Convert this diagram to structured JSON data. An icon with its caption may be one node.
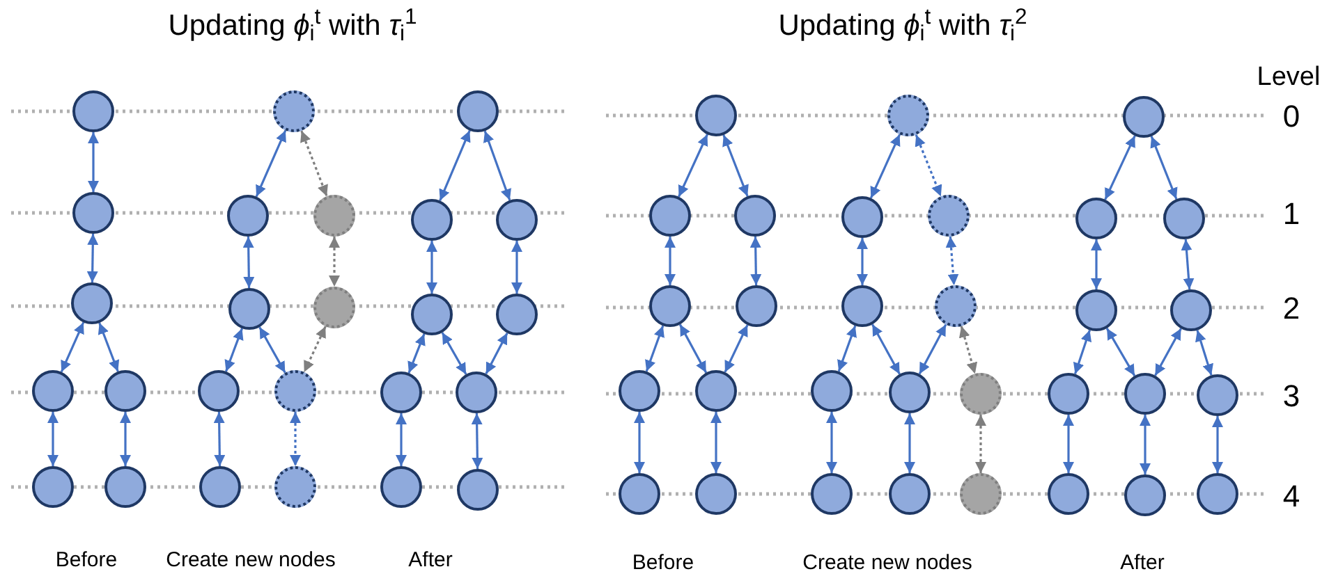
{
  "diagram": {
    "nodes": [
      {
        "text": [],
        "shape": "circle"
      },
      {
        "text": [],
        "shape": "circle"
      },
      {
        "text": [],
        "shape": "circle"
      },
      {
        "text": [],
        "shape": "circle"
      },
      {
        "text": [],
        "shape": "circle"
      },
      {
        "text": [],
        "shape": "circle"
      },
      {
        "text": [],
        "shape": "circle"
      },
      {
        "text": [],
        "shape": "circle"
      },
      {
        "text": [],
        "shape": "circle"
      },
      {
        "text": [],
        "shape": "circle"
      },
      {
        "text": [],
        "shape": "circle"
      },
      {
        "text": [],
        "shape": "circle"
      },
      {
        "text": [],
        "shape": "circle"
      },
      {
        "text": [],
        "shape": "circle"
      },
      {
        "text": [],
        "shape": "circle"
      },
      {
        "text": [],
        "shape": "circle"
      },
      {
        "text": [],
        "shape": "circle"
      },
      {
        "text": [],
        "shape": "circle"
      },
      {
        "text": [],
        "shape": "circle"
      },
      {
        "text": [],
        "shape": "circle"
      },
      {
        "text": [],
        "shape": "circle"
      },
      {
        "text": [],
        "shape": "circle"
      },
      {
        "text": [],
        "shape": "circle"
      },
      {
        "text": [],
        "shape": "circle"
      },
      {
        "text": [],
        "shape": "circle"
      },
      {
        "text": [],
        "shape": "circle"
      },
      {
        "text": [],
        "shape": "circle"
      },
      {
        "text": [],
        "shape": "circle"
      },
      {
        "text": [],
        "shape": "circle"
      },
      {
        "text": [],
        "shape": "circle"
      },
      {
        "text": [],
        "shape": "circle"
      },
      {
        "text": [],
        "shape": "circle"
      },
      {
        "text": [],
        "shape": "circle"
      },
      {
        "text": [],
        "shape": "circle"
      },
      {
        "text": [],
        "shape": "circle"
      },
      {
        "text": [],
        "shape": "circle"
      },
      {
        "text": [],
        "shape": "circle"
      },
      {
        "text": [],
        "shape": "circle"
      },
      {
        "text": [],
        "shape": "circle"
      },
      {
        "text": [],
        "shape": "circle"
      },
      {
        "text": [],
        "shape": "circle"
      },
      {
        "text": [],
        "shape": "circle"
      },
      {
        "text": [],
        "shape": "circle"
      },
      {
        "text": [],
        "shape": "circle"
      },
      {
        "text": [],
        "shape": "circle"
      },
      {
        "text": [],
        "shape": "circle"
      },
      {
        "text": [],
        "shape": "circle"
      },
      {
        "text": [],
        "shape": "circle"
      },
      {
        "text": [],
        "shape": "circle"
      },
      {
        "text": [],
        "shape": "circle"
      },
      {
        "text": [],
        "shape": "circle"
      },
      {
        "text": [],
        "shape": "circle"
      },
      {
        "text": [],
        "shape": "circle"
      },
      {
        "text": [],
        "shape": "circle"
      },
      {
        "text": [],
        "shape": "circle"
      },
      {
        "text": [],
        "shape": "circle"
      }
    ],
    "edges": [
      {
        "from": 0,
        "to": 1,
        "arrow": "both"
      },
      {
        "from": 1,
        "to": 2,
        "arrow": "both"
      },
      {
        "from": 2,
        "to": 3,
        "arrow": "both"
      },
      {
        "from": 2,
        "to": 4,
        "arrow": "both"
      },
      {
        "from": 3,
        "to": 5,
        "arrow": "both"
      },
      {
        "from": 4,
        "to": 6,
        "arrow": "both"
      },
      {
        "from": 7,
        "to": 8,
        "arrow": "both"
      },
      {
        "from": 7,
        "to": 9,
        "arrow": "both",
        "style": "dashed",
        "color": "#7f7f7f"
      },
      {
        "from": 8,
        "to": 10,
        "arrow": "both"
      },
      {
        "from": 9,
        "to": 11,
        "arrow": "both",
        "style": "dashed",
        "color": "#7f7f7f"
      },
      {
        "from": 10,
        "to": 12,
        "arrow": "both"
      },
      {
        "from": 10,
        "to": 13,
        "arrow": "both"
      },
      {
        "from": 11,
        "to": 13,
        "arrow": "both",
        "style": "dashed",
        "color": "#7f7f7f"
      },
      {
        "from": 12,
        "to": 14,
        "arrow": "both"
      },
      {
        "from": 13,
        "to": 15,
        "arrow": "both",
        "style": "dashed"
      },
      {
        "from": 16,
        "to": 17,
        "arrow": "both"
      },
      {
        "from": 16,
        "to": 18,
        "arrow": "both"
      },
      {
        "from": 17,
        "to": 19,
        "arrow": "both"
      },
      {
        "from": 18,
        "to": 20,
        "arrow": "both"
      },
      {
        "from": 19,
        "to": 21,
        "arrow": "both"
      },
      {
        "from": 19,
        "to": 22,
        "arrow": "both"
      },
      {
        "from": 20,
        "to": 22,
        "arrow": "both"
      },
      {
        "from": 21,
        "to": 23,
        "arrow": "both"
      },
      {
        "from": 22,
        "to": 24,
        "arrow": "both"
      },
      {
        "from": 25,
        "to": 26,
        "arrow": "both"
      },
      {
        "from": 25,
        "to": 27,
        "arrow": "both"
      },
      {
        "from": 26,
        "to": 28,
        "arrow": "both"
      },
      {
        "from": 27,
        "to": 29,
        "arrow": "both"
      },
      {
        "from": 28,
        "to": 30,
        "arrow": "both"
      },
      {
        "from": 28,
        "to": 31,
        "arrow": "both"
      },
      {
        "from": 29,
        "to": 31,
        "arrow": "both"
      },
      {
        "from": 30,
        "to": 32,
        "arrow": "both"
      },
      {
        "from": 31,
        "to": 33,
        "arrow": "both"
      },
      {
        "from": 34,
        "to": 35,
        "arrow": "both"
      },
      {
        "from": 34,
        "to": 36,
        "arrow": "both",
        "style": "dashed"
      },
      {
        "from": 35,
        "to": 37,
        "arrow": "both"
      },
      {
        "from": 36,
        "to": 38,
        "arrow": "both",
        "style": "dashed"
      },
      {
        "from": 37,
        "to": 39,
        "arrow": "both"
      },
      {
        "from": 37,
        "to": 40,
        "arrow": "both"
      },
      {
        "from": 38,
        "to": 40,
        "arrow": "both"
      },
      {
        "from": 38,
        "to": 41,
        "arrow": "both",
        "style": "dashed",
        "color": "#7f7f7f"
      },
      {
        "from": 39,
        "to": 42,
        "arrow": "both"
      },
      {
        "from": 40,
        "to": 43,
        "arrow": "both"
      },
      {
        "from": 41,
        "to": 44,
        "arrow": "both",
        "style": "dashed",
        "color": "#7f7f7f"
      },
      {
        "from": 45,
        "to": 46,
        "arrow": "both"
      },
      {
        "from": 45,
        "to": 47,
        "arrow": "both"
      },
      {
        "from": 46,
        "to": 48,
        "arrow": "both"
      },
      {
        "from": 47,
        "to": 49,
        "arrow": "both"
      },
      {
        "from": 48,
        "to": 50,
        "arrow": "both"
      },
      {
        "from": 48,
        "to": 51,
        "arrow": "both"
      },
      {
        "from": 49,
        "to": 51,
        "arrow": "both"
      },
      {
        "from": 49,
        "to": 52,
        "arrow": "both"
      },
      {
        "from": 50,
        "to": 53,
        "arrow": "both"
      },
      {
        "from": 51,
        "to": 54,
        "arrow": "both"
      },
      {
        "from": 52,
        "to": 55,
        "arrow": "both"
      }
    ],
    "labels": [
      "Updating *ϕ*$_{i}$$^{t}$ with *τ*$_{i}$$^{1}$",
      "Updating *ϕ*$_{i}$$^{t}$ with *τ*$_{i}$$^{2}$",
      "Level",
      "0",
      "1",
      "2",
      "3",
      "4",
      "Before",
      "Create new nodes",
      "After",
      "Before",
      "Create new nodes",
      "After"
    ]
  }
}
